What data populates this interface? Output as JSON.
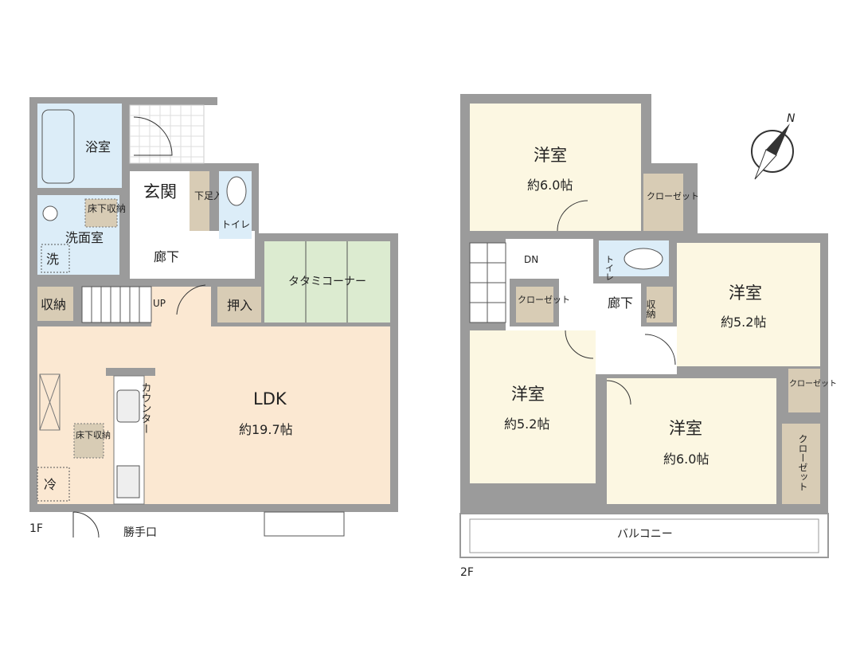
{
  "colors": {
    "wall": "#9b9b9b",
    "wet_area": "#dcedf8",
    "ldk": "#fbe8d2",
    "tatami": "#dcebd0",
    "western_room": "#fcf7e2",
    "storage": "#d8ccb5"
  },
  "floor1": {
    "label": "1F",
    "rooms": {
      "bath": "浴室",
      "entrance": "玄関",
      "shoe_storage": "下足入",
      "toilet": "トイレ",
      "washroom": "洗面室",
      "underfloor_storage_wash": "床下収納",
      "washer": "洗",
      "hallway": "廊下",
      "storage": "収納",
      "stairs_up": "UP",
      "closet": "押入",
      "tatami": "タタミコーナー",
      "ldk": "LDK",
      "ldk_size": "約19.7帖",
      "counter": "カウンター",
      "underfloor_storage_kitchen": "床下収納",
      "fridge": "冷"
    },
    "back_door": "勝手口"
  },
  "floor2": {
    "label": "2F",
    "rooms": {
      "room_a": "洋室",
      "room_a_size": "約6.0帖",
      "room_b": "洋室",
      "room_b_size": "約5.2帖",
      "room_c": "洋室",
      "room_c_size": "約5.2帖",
      "room_d": "洋室",
      "room_d_size": "約6.0帖",
      "closet": "クローゼット",
      "toilet": "トイレ",
      "storage": "収納",
      "hallway": "廊下",
      "stairs_down": "DN",
      "balcony": "バルコニー"
    }
  },
  "compass": {
    "north": "N",
    "icon": "compass-icon"
  }
}
